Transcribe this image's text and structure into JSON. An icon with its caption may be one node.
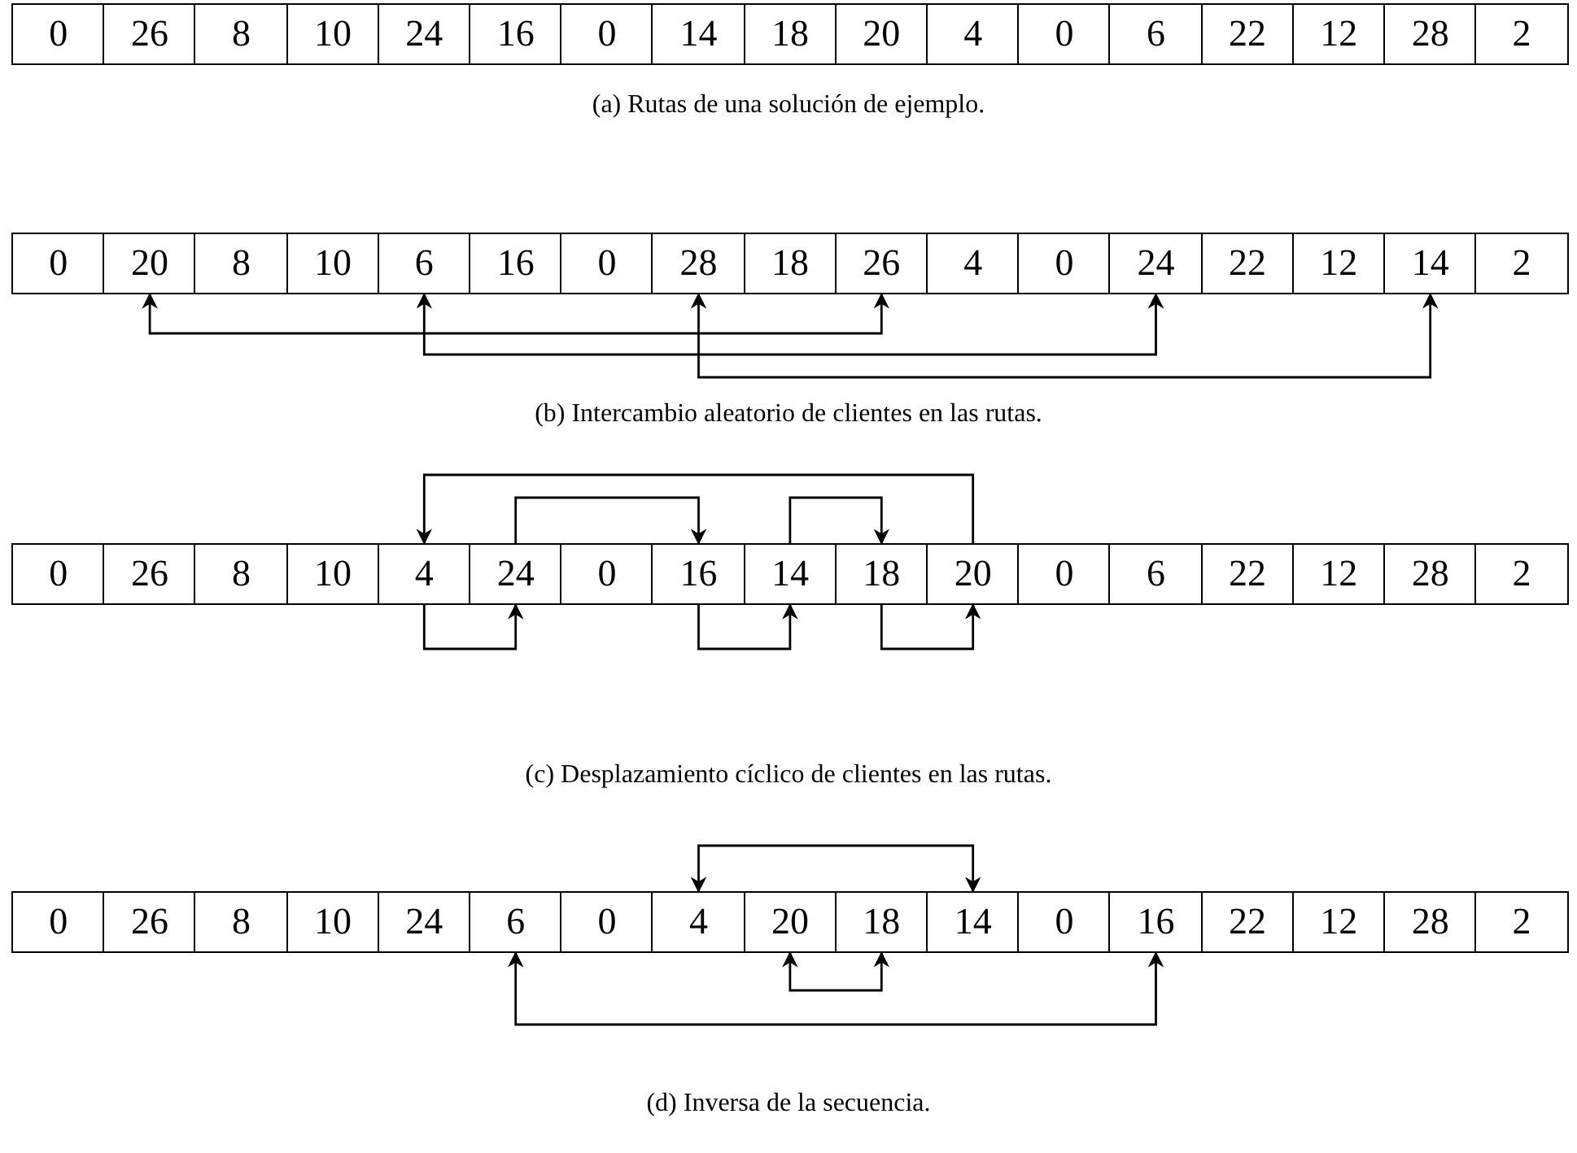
{
  "diagram": {
    "nodes": [
      {
        "text": [
          "0"
        ]
      },
      {
        "text": [
          "26"
        ]
      },
      {
        "text": [
          "8"
        ]
      },
      {
        "text": [
          "10"
        ]
      },
      {
        "text": [
          "24"
        ]
      },
      {
        "text": [
          "16"
        ]
      },
      {
        "text": [
          "0"
        ]
      },
      {
        "text": [
          "14"
        ]
      },
      {
        "text": [
          "18"
        ]
      },
      {
        "text": [
          "20"
        ]
      },
      {
        "text": [
          "4"
        ]
      },
      {
        "text": [
          "0"
        ]
      },
      {
        "text": [
          "6"
        ]
      },
      {
        "text": [
          "22"
        ]
      },
      {
        "text": [
          "12"
        ]
      },
      {
        "text": [
          "28"
        ]
      },
      {
        "text": [
          "2"
        ]
      },
      {
        "text": [
          "0"
        ]
      },
      {
        "text": [
          "20"
        ]
      },
      {
        "text": [
          "8"
        ]
      },
      {
        "text": [
          "10"
        ]
      },
      {
        "text": [
          "6"
        ]
      },
      {
        "text": [
          "16"
        ]
      },
      {
        "text": [
          "0"
        ]
      },
      {
        "text": [
          "28"
        ]
      },
      {
        "text": [
          "18"
        ]
      },
      {
        "text": [
          "26"
        ]
      },
      {
        "text": [
          "4"
        ]
      },
      {
        "text": [
          "0"
        ]
      },
      {
        "text": [
          "24"
        ]
      },
      {
        "text": [
          "22"
        ]
      },
      {
        "text": [
          "12"
        ]
      },
      {
        "text": [
          "14"
        ]
      },
      {
        "text": [
          "2"
        ]
      },
      {
        "text": [
          "0"
        ]
      },
      {
        "text": [
          "26"
        ]
      },
      {
        "text": [
          "8"
        ]
      },
      {
        "text": [
          "10"
        ]
      },
      {
        "text": [
          "4"
        ]
      },
      {
        "text": [
          "24"
        ]
      },
      {
        "text": [
          "0"
        ]
      },
      {
        "text": [
          "16"
        ]
      },
      {
        "text": [
          "14"
        ]
      },
      {
        "text": [
          "18"
        ]
      },
      {
        "text": [
          "20"
        ]
      },
      {
        "text": [
          "0"
        ]
      },
      {
        "text": [
          "6"
        ]
      },
      {
        "text": [
          "22"
        ]
      },
      {
        "text": [
          "12"
        ]
      },
      {
        "text": [
          "28"
        ]
      },
      {
        "text": [
          "2"
        ]
      },
      {
        "text": [
          "0"
        ]
      },
      {
        "text": [
          "26"
        ]
      },
      {
        "text": [
          "8"
        ]
      },
      {
        "text": [
          "10"
        ]
      },
      {
        "text": [
          "24"
        ]
      },
      {
        "text": [
          "6"
        ]
      },
      {
        "text": [
          "0"
        ]
      },
      {
        "text": [
          "4"
        ]
      },
      {
        "text": [
          "20"
        ]
      },
      {
        "text": [
          "18"
        ]
      },
      {
        "text": [
          "14"
        ]
      },
      {
        "text": [
          "0"
        ]
      },
      {
        "text": [
          "16"
        ]
      },
      {
        "text": [
          "22"
        ]
      },
      {
        "text": [
          "12"
        ]
      },
      {
        "text": [
          "28"
        ]
      },
      {
        "text": [
          "2"
        ]
      }
    ],
    "edges": [
      {
        "from": 18,
        "to": 26,
        "arrow": "both"
      },
      {
        "from": 21,
        "to": 29,
        "arrow": "both"
      },
      {
        "from": 24,
        "to": 32,
        "arrow": "both"
      },
      {
        "from": 44,
        "to": 38,
        "arrow": "to"
      },
      {
        "from": 39,
        "to": 41,
        "arrow": "to"
      },
      {
        "from": 42,
        "to": 43,
        "arrow": "to"
      },
      {
        "from": 38,
        "to": 39,
        "arrow": "to"
      },
      {
        "from": 41,
        "to": 42,
        "arrow": "to"
      },
      {
        "from": 43,
        "to": 44,
        "arrow": "to"
      },
      {
        "from": 58,
        "to": 61,
        "arrow": "both"
      },
      {
        "from": 56,
        "to": 63,
        "arrow": "both"
      },
      {
        "from": 59,
        "to": 60,
        "arrow": "both"
      }
    ],
    "labels": [
      "(a) Rutas de una solución de ejemplo.",
      "(b) Intercambio aleatorio de clientes en las rutas.",
      "(c) Desplazamiento cíclico de clientes en las rutas.",
      "(d) Inversa de la secuencia."
    ]
  }
}
